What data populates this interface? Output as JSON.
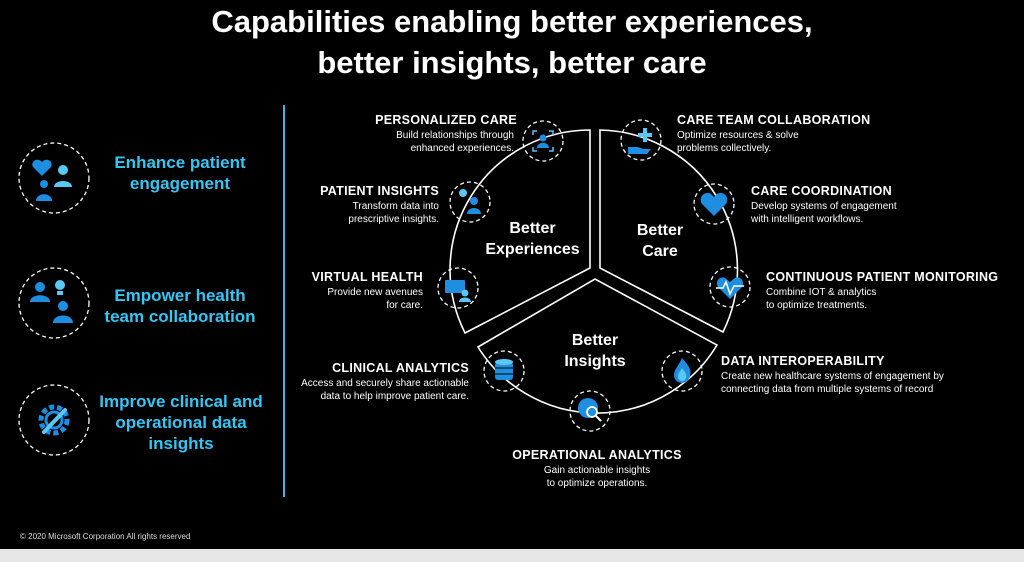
{
  "title": {
    "line1": "Capabilities enabling better experiences,",
    "line2": "better insights, better care"
  },
  "left_items": [
    {
      "line1": "Enhance patient",
      "line2": "engagement",
      "line3": ""
    },
    {
      "line1": "Empower health",
      "line2": "team collaboration",
      "line3": ""
    },
    {
      "line1": "Improve clinical and",
      "line2": "operational data",
      "line3": "insights"
    }
  ],
  "sectors": {
    "experiences": {
      "line1": "Better",
      "line2": "Experiences"
    },
    "care": {
      "line1": "Better",
      "line2": "Care"
    },
    "insights": {
      "line1": "Better",
      "line2": "Insights"
    }
  },
  "capabilities": {
    "personalized_care": {
      "title": "PERSONALIZED CARE",
      "desc1": "Build relationships through",
      "desc2": "enhanced experiences."
    },
    "patient_insights": {
      "title": "PATIENT INSIGHTS",
      "desc1": "Transform data into",
      "desc2": "prescriptive insights."
    },
    "virtual_health": {
      "title": "VIRTUAL HEALTH",
      "desc1": "Provide new avenues",
      "desc2": "for care."
    },
    "clinical_analytics": {
      "title": "CLINICAL ANALYTICS",
      "desc1": "Access and securely share actionable",
      "desc2": "data to help improve patient care."
    },
    "operational_analytics": {
      "title": "OPERATIONAL ANALYTICS",
      "desc1": "Gain actionable insights",
      "desc2": "to optimize operations."
    },
    "data_interoperability": {
      "title": "DATA INTEROPERABILITY",
      "desc1": "Create new healthcare systems of engagement by",
      "desc2": "connecting data from multiple systems of record"
    },
    "continuous_monitoring": {
      "title": "CONTINUOUS PATIENT MONITORING",
      "desc1": "Combine IOT & analytics",
      "desc2": "to optimize treatments."
    },
    "care_coordination": {
      "title": "CARE COORDINATION",
      "desc1": "Develop systems of engagement",
      "desc2": "with intelligent workflows."
    },
    "care_team_collaboration": {
      "title": "CARE TEAM COLLABORATION",
      "desc1": "Optimize resources & solve",
      "desc2": "problems collectively."
    }
  },
  "icons": {
    "left": [
      "patient-engagement-icon",
      "health-team-icon",
      "gear-wrench-icon"
    ],
    "capabilities": [
      "focus-person-icon",
      "lightbulb-person-icon",
      "video-call-icon",
      "database-icon",
      "globe-magnifier-icon",
      "flame-icon",
      "heartbeat-icon",
      "heart-icon",
      "hand-plus-icon"
    ]
  },
  "colors": {
    "background": "#000000",
    "accent": "#35c6f4",
    "icon_blue": "#1e8fe0",
    "text": "#ffffff"
  },
  "footer": "© 2020 Microsoft Corporation All rights reserved"
}
